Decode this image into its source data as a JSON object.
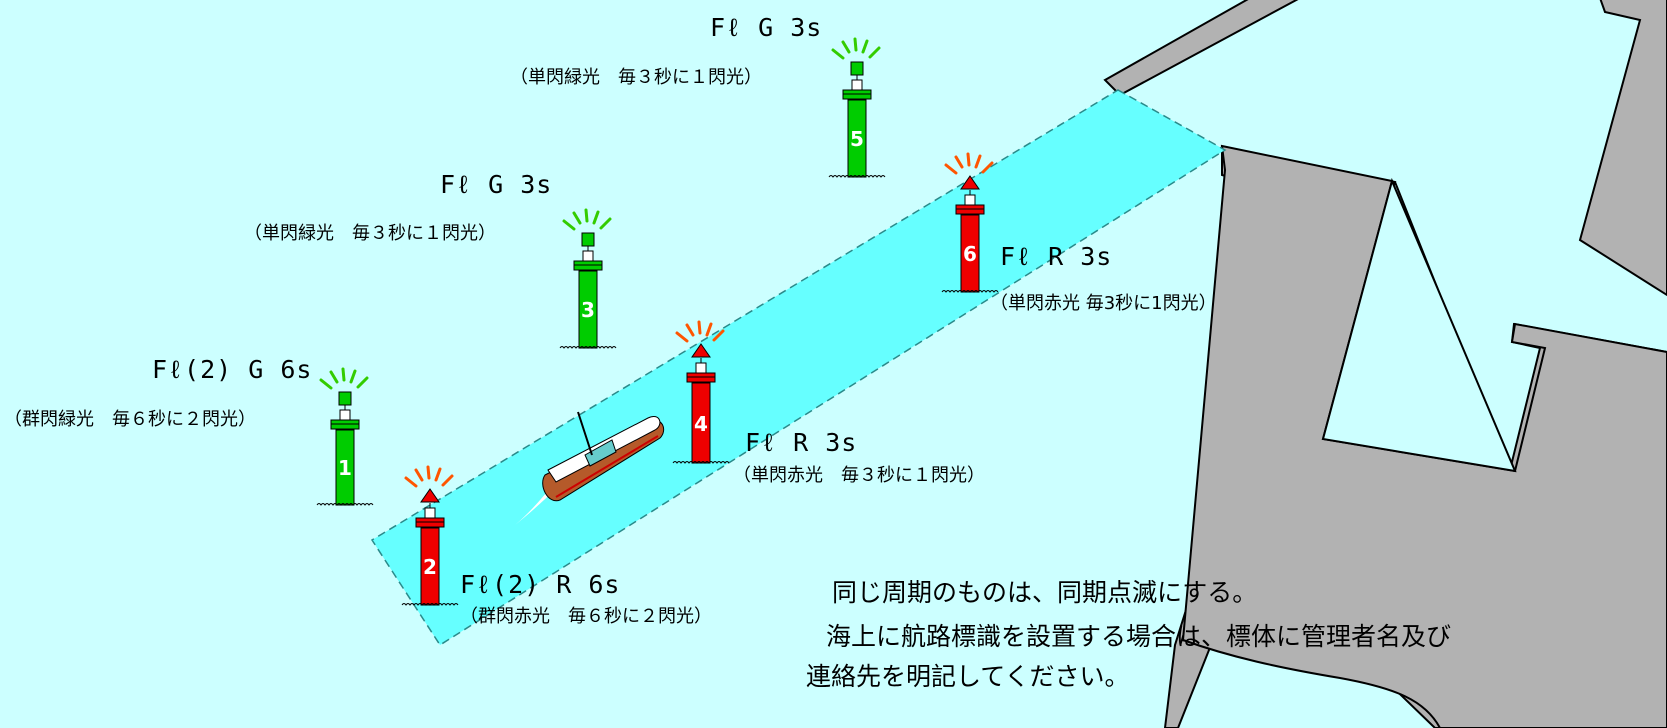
{
  "colors": {
    "sea": "#ccffff",
    "channel": "#66ffff",
    "land": "#b2b2b2",
    "green_buoy": "#00cc00",
    "red_buoy": "#ee0000",
    "green_flash": "#33cc00",
    "red_flash": "#ff5500"
  },
  "buoys": [
    {
      "number": "1",
      "color": "green",
      "code": "Fℓ(2) G 6s",
      "desc": "（群閃緑光　毎６秒に２閃光）"
    },
    {
      "number": "2",
      "color": "red",
      "code": "Fℓ(2) R 6s",
      "desc": "（群閃赤光　毎６秒に２閃光）"
    },
    {
      "number": "3",
      "color": "green",
      "code": "Fℓ G 3s",
      "desc": "（単閃緑光　毎３秒に１閃光）"
    },
    {
      "number": "4",
      "color": "red",
      "code": "Fℓ R 3s",
      "desc": "（単閃赤光　毎３秒に１閃光）"
    },
    {
      "number": "5",
      "color": "green",
      "code": "Fℓ G 3s",
      "desc": "（単閃緑光　毎３秒に１閃光）"
    },
    {
      "number": "6",
      "color": "red",
      "code": "Fℓ R 3s",
      "desc": "（単閃赤光 毎3秒に1閃光）"
    }
  ],
  "notes": {
    "line1": "同じ周期のものは、同期点滅にする。",
    "line2": "海上に航路標識を設置する場合は、標体に管理者名及び",
    "line3": "連絡先を明記してください。"
  }
}
